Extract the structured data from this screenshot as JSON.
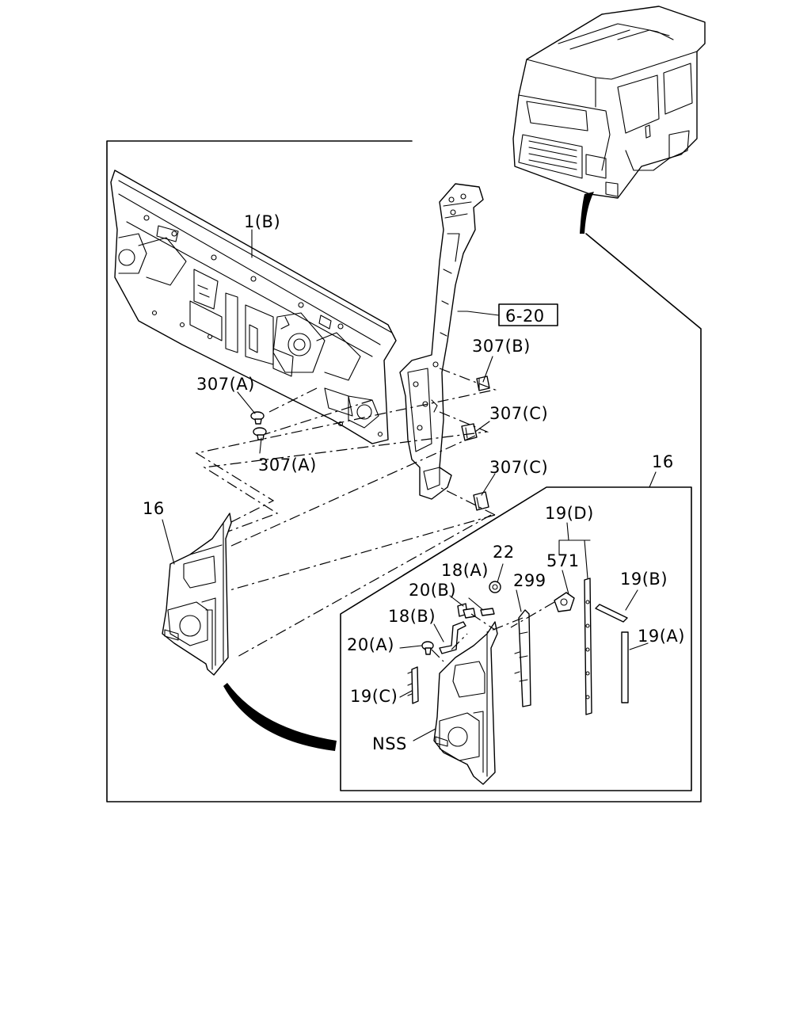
{
  "callouts": {
    "panel": "1(B)",
    "pillar_ref": "6-20",
    "clip_b": "307(B)",
    "clip_a_upper": "307(A)",
    "clip_a_lower": "307(A)",
    "clip_c_upper": "307(C)",
    "clip_c_lower": "307(C)",
    "trim_main": "16",
    "trim_detail_ref": "16",
    "seal_d": "19(D)",
    "seal_b": "19(B)",
    "seal_a": "19(A)",
    "seal_c": "19(C)",
    "part_22": "22",
    "part_18a": "18(A)",
    "part_18b": "18(B)",
    "part_20a": "20(A)",
    "part_20b": "20(B)",
    "part_299": "299",
    "part_571": "571",
    "nss": "NSS"
  }
}
